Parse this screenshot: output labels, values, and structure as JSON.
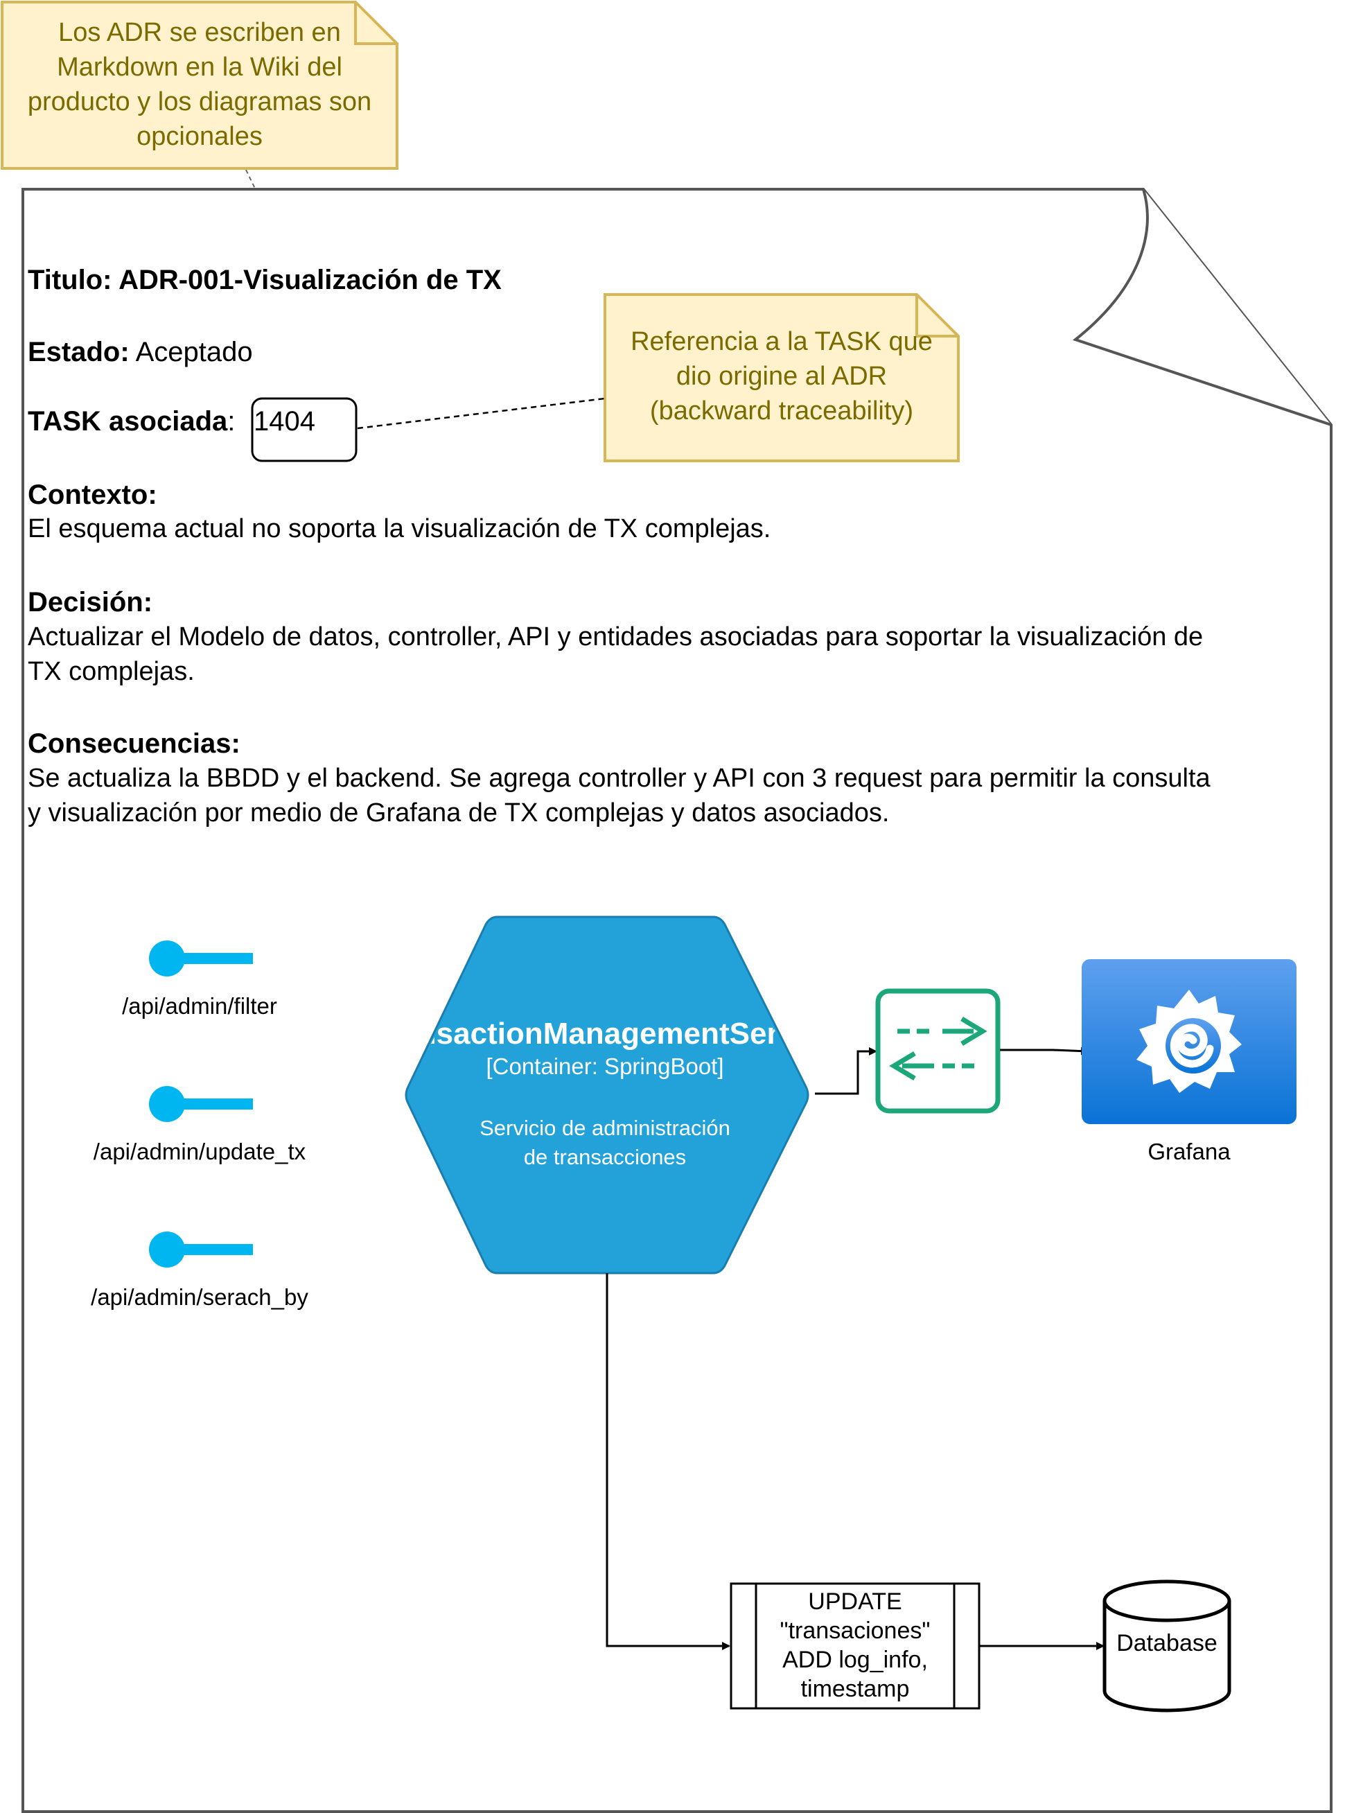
{
  "notes": {
    "wiki": [
      "Los ADR se escriben en",
      "Markdown en la Wiki del",
      "producto y los diagramas son",
      "opcionales"
    ],
    "task": [
      "Referencia a la TASK que",
      "dio origine al ADR",
      "(backward traceability)"
    ]
  },
  "adr": {
    "title_label": "Titulo: ADR-001-Visualización de TX",
    "estado_label": "Estado:",
    "estado_value": "Aceptado",
    "task_label": "TASK asociada",
    "task_sep": ":",
    "task_value": "1404",
    "contexto_label": "Contexto:",
    "contexto_text": "El esquema actual no soporta la visualización de TX complejas.",
    "decision_label": "Decisión:",
    "decision_lines": [
      "Actualizar el Modelo de datos, controller, API y entidades asociadas para soportar la visualización de",
      "TX complejas."
    ],
    "consecuencias_label": "Consecuencias:",
    "consecuencias_lines": [
      "Se actualiza la BBDD y el backend. Se agrega controller y API con 3 request para permitir la consulta",
      "y visualización por medio de Grafana de TX complejas y datos asociados."
    ]
  },
  "endpoints": [
    "/api/admin/filter",
    "/api/admin/update_tx",
    "/api/admin/serach_by"
  ],
  "container": {
    "name": "TransactionManagementService",
    "tech": "[Container: SpringBoot]",
    "desc": [
      "Servicio de administración",
      "de transacciones"
    ]
  },
  "grafana": {
    "label": "Grafana"
  },
  "process": {
    "lines": [
      "UPDATE",
      "\"transaciones\"",
      "ADD log_info,",
      "timestamp"
    ]
  },
  "database": {
    "label": "Database"
  },
  "colors": {
    "note_fill": "#fff2cc",
    "note_stroke": "#d6b656",
    "note_text": "#7a6a00",
    "hexagon": "#23a2d9",
    "endpoint": "#00b6f0",
    "gateway": "#1ba77a",
    "grafana_top": "#5ea0ee",
    "grafana_bottom": "#0a73d6"
  }
}
